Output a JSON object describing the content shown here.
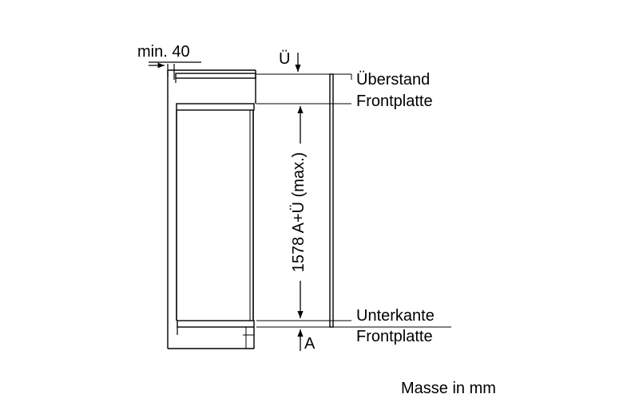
{
  "diagram": {
    "labels": {
      "min_gap": "min. 40",
      "overhang_symbol": "Ü",
      "bottom_symbol": "A",
      "top_label_1": "Überstand",
      "top_label_2": "Frontplatte",
      "bottom_label_1": "Unterkante",
      "bottom_label_2": "Frontplatte",
      "height_dimension": "1578 A+Ü (max.)",
      "units_note": "Masse in mm"
    },
    "colors": {
      "line": "#000000",
      "background": "#ffffff"
    }
  }
}
